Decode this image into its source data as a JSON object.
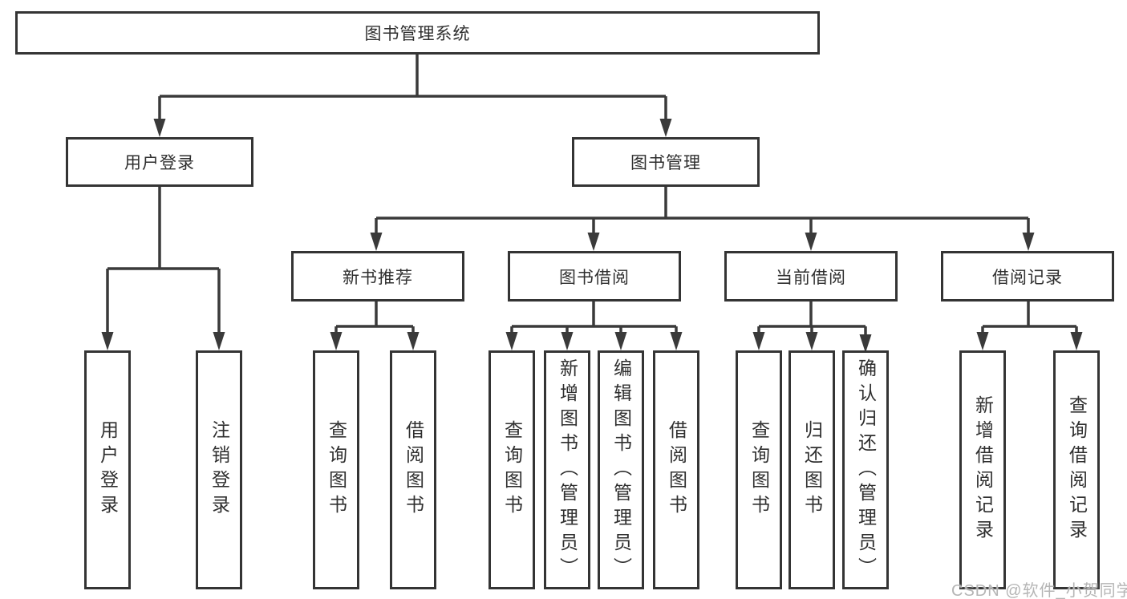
{
  "diagram": {
    "root": {
      "label": "图书管理系统",
      "children": [
        {
          "label": "用户登录",
          "children": [
            {
              "label": "用户登录"
            },
            {
              "label": "注销登录"
            }
          ]
        },
        {
          "label": "图书管理",
          "children": [
            {
              "label": "新书推荐",
              "children": [
                {
                  "label": "查询图书"
                },
                {
                  "label": "借阅图书"
                }
              ]
            },
            {
              "label": "图书借阅",
              "children": [
                {
                  "label": "查询图书"
                },
                {
                  "label": "新增图书（管理员）"
                },
                {
                  "label": "编辑图书（管理员）"
                },
                {
                  "label": "借阅图书"
                }
              ]
            },
            {
              "label": "当前借阅",
              "children": [
                {
                  "label": "查询图书"
                },
                {
                  "label": "归还图书"
                },
                {
                  "label": "确认归还（管理员）"
                }
              ]
            },
            {
              "label": "借阅记录",
              "children": [
                {
                  "label": "新增借阅记录"
                },
                {
                  "label": "查询借阅记录"
                }
              ]
            }
          ]
        }
      ]
    }
  },
  "watermark": "CSDN @软件_小贺同学",
  "colors": {
    "line": "#3a3a3a",
    "border": "#343434",
    "text": "#2f2f2f",
    "watermark": "#b5b5b5",
    "background": "#ffffff"
  }
}
